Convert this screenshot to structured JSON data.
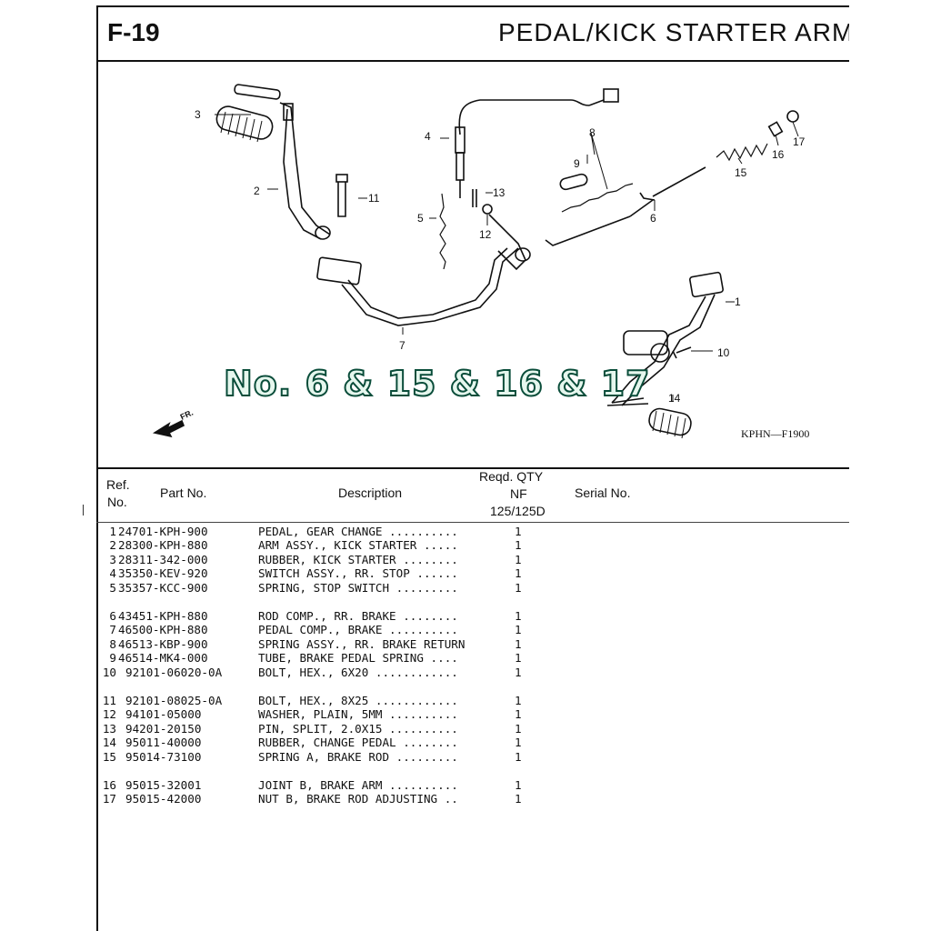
{
  "figure": {
    "id": "F-19",
    "title": "PEDAL/KICK STARTER ARM"
  },
  "diagram": {
    "overlay_text": "No. 6 & 15 & 16 & 17",
    "code": "KPHN—F1900",
    "fr_label": "FR.",
    "callouts": [
      "1",
      "2",
      "3",
      "4",
      "5",
      "6",
      "7",
      "8",
      "9",
      "10",
      "11",
      "12",
      "13",
      "14",
      "15",
      "16",
      "17"
    ]
  },
  "table": {
    "headers": {
      "ref_line1": "Ref.",
      "ref_line2": "No.",
      "part": "Part No.",
      "desc": "Description",
      "qty_line1": "Reqd. QTY",
      "qty_line2": "NF",
      "qty_line3": "125/125D",
      "serial": "Serial No."
    },
    "rows": [
      {
        "ref": "1",
        "part": "24701-KPH-900",
        "desc": "PEDAL, GEAR CHANGE ..........",
        "qty": "1"
      },
      {
        "ref": "2",
        "part": "28300-KPH-880",
        "desc": "ARM ASSY., KICK STARTER .....",
        "qty": "1"
      },
      {
        "ref": "3",
        "part": "28311-342-000",
        "desc": "RUBBER, KICK STARTER ........",
        "qty": "1"
      },
      {
        "ref": "4",
        "part": "35350-KEV-920",
        "desc": "SWITCH ASSY., RR. STOP ......",
        "qty": "1"
      },
      {
        "ref": "5",
        "part": "35357-KCC-900",
        "desc": "SPRING, STOP SWITCH .........",
        "qty": "1"
      },
      {
        "ref": "6",
        "part": "43451-KPH-880",
        "desc": "ROD COMP., RR. BRAKE ........",
        "qty": "1"
      },
      {
        "ref": "7",
        "part": "46500-KPH-880",
        "desc": "PEDAL COMP., BRAKE ..........",
        "qty": "1"
      },
      {
        "ref": "8",
        "part": "46513-KBP-900",
        "desc": "SPRING ASSY., RR. BRAKE RETURN",
        "qty": "1"
      },
      {
        "ref": "9",
        "part": "46514-MK4-000",
        "desc": "TUBE, BRAKE PEDAL SPRING ....",
        "qty": "1"
      },
      {
        "ref": "10",
        "part": "92101-06020-0A",
        "desc": "BOLT, HEX., 6X20 ............",
        "qty": "1"
      },
      {
        "ref": "11",
        "part": "92101-08025-0A",
        "desc": "BOLT, HEX., 8X25 ............",
        "qty": "1"
      },
      {
        "ref": "12",
        "part": "94101-05000",
        "desc": "WASHER, PLAIN, 5MM ..........",
        "qty": "1"
      },
      {
        "ref": "13",
        "part": "94201-20150",
        "desc": "PIN, SPLIT, 2.0X15 ..........",
        "qty": "1"
      },
      {
        "ref": "14",
        "part": "95011-40000",
        "desc": "RUBBER, CHANGE PEDAL ........",
        "qty": "1"
      },
      {
        "ref": "15",
        "part": "95014-73100",
        "desc": "SPRING A, BRAKE ROD .........",
        "qty": "1"
      },
      {
        "ref": "16",
        "part": "95015-32001",
        "desc": "JOINT B, BRAKE ARM ..........",
        "qty": "1"
      },
      {
        "ref": "17",
        "part": "95015-42000",
        "desc": "NUT B, BRAKE ROD ADJUSTING ..",
        "qty": "1"
      }
    ]
  }
}
